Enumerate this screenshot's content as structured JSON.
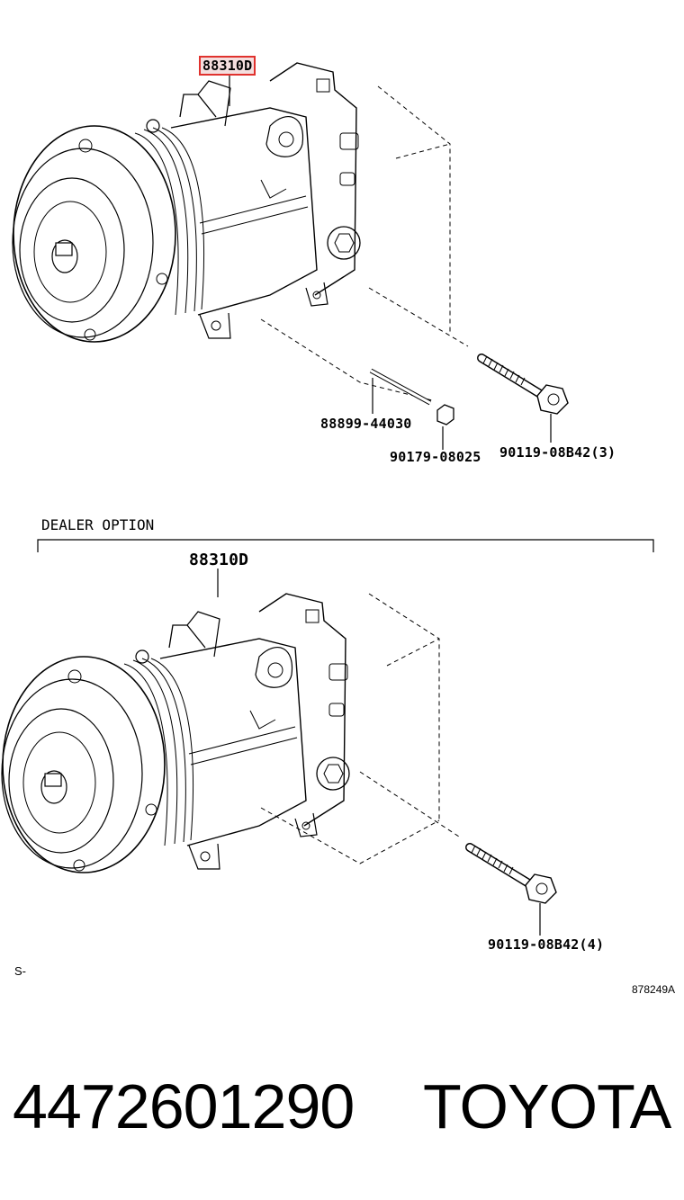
{
  "diagram": {
    "top": {
      "compressor_label": "88310D",
      "stud_label": "88899-44030",
      "nut_label": "90179-08025",
      "bolt_label": "90119-08B42(3)"
    },
    "dealer_option": {
      "title": "DEALER OPTION",
      "compressor_label": "88310D",
      "bolt_label": "90119-08B42(4)"
    },
    "section_marker": "S-",
    "figure_code": "878249A"
  },
  "footer": {
    "part_number": "4472601290",
    "brand": "TOYOTA"
  }
}
